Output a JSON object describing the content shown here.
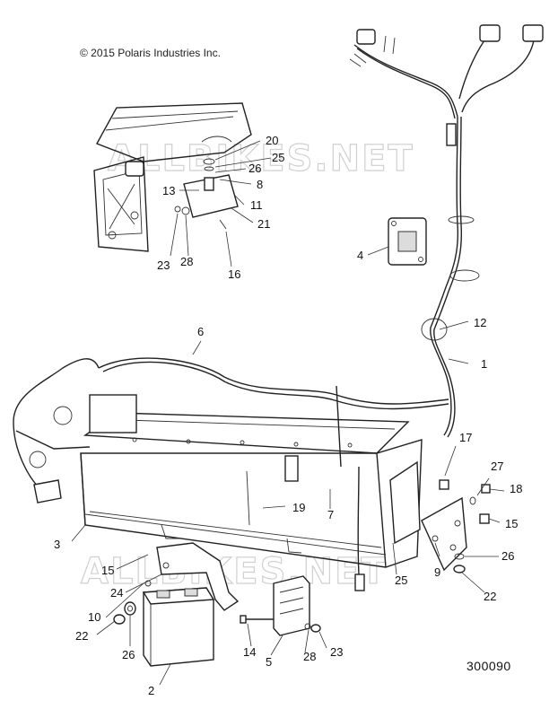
{
  "copyright": "© 2015 Polaris Industries Inc.",
  "document_number": "300090",
  "watermark": "ALLBIKES.NET",
  "callouts": {
    "c1": "1",
    "c2": "2",
    "c3": "3",
    "c4": "4",
    "c5": "5",
    "c6": "6",
    "c7": "7",
    "c8": "8",
    "c9": "9",
    "c10": "10",
    "c11": "11",
    "c12": "12",
    "c13": "13",
    "c14": "14",
    "c15a": "15",
    "c15b": "15",
    "c16": "16",
    "c17": "17",
    "c18": "18",
    "c19": "19",
    "c20": "20",
    "c21": "21",
    "c22a": "22",
    "c22b": "22",
    "c23a": "23",
    "c23b": "23",
    "c24": "24",
    "c25a": "25",
    "c25b": "25",
    "c26a": "26",
    "c26b": "26",
    "c26c": "26",
    "c27": "27",
    "c28a": "28",
    "c28b": "28"
  }
}
